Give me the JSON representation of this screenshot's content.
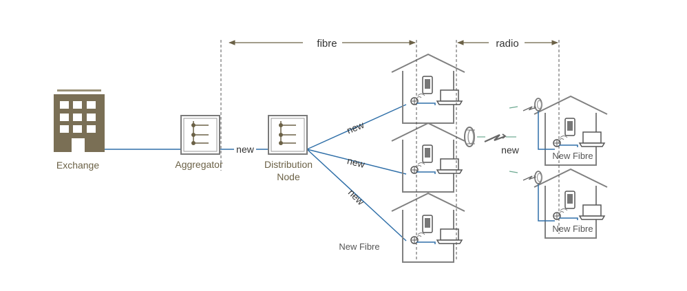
{
  "labels": {
    "exchange": "Exchange",
    "aggregator": "Aggregator",
    "distribution_line1": "Distribution",
    "distribution_line2": "Node",
    "fibre": "fibre",
    "radio": "radio",
    "new": "new",
    "new_fibre": "New Fibre"
  },
  "colors": {
    "fibre_link": "#2f6fa8",
    "building": "#7a6f55",
    "house_outline": "#808080",
    "dimension_line": "#6b6146",
    "radio_link": "#6aa88f"
  },
  "icons": [
    "building-icon",
    "switch-icon",
    "house-icon",
    "phone-icon",
    "laptop-icon",
    "router-icon",
    "dish-icon",
    "lightning-icon"
  ]
}
